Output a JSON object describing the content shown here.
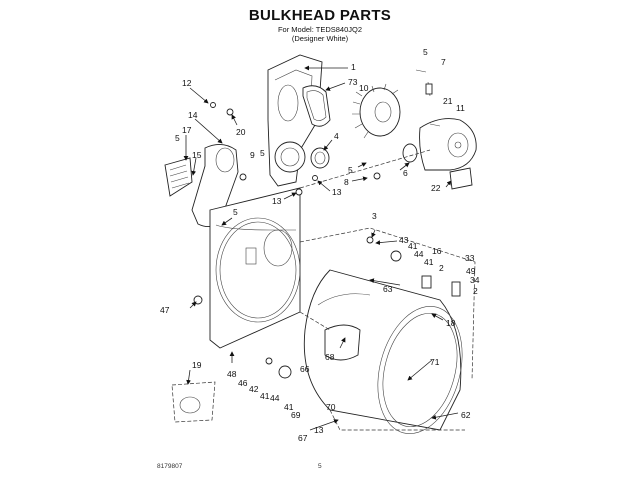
{
  "header": {
    "title": "BULKHEAD PARTS",
    "model_line": "For Model: TEDS840JQ2",
    "color_line": "(Designer White)"
  },
  "footer": {
    "doc_number": "8179807",
    "page_number": "5"
  },
  "callouts": {
    "c1": "1",
    "c73": "73",
    "c10": "10",
    "c5a": "5",
    "c7": "7",
    "c21": "21",
    "c11": "11",
    "c12": "12",
    "c20": "20",
    "c14": "14",
    "c17": "17",
    "c5b": "5",
    "c15": "15",
    "c9": "9",
    "c5c": "5",
    "c4": "4",
    "c5d": "5",
    "c8": "8",
    "c6": "6",
    "c22": "22",
    "c13a": "13",
    "c13b": "13",
    "c5e": "5",
    "c3": "3",
    "c43": "43",
    "c41a": "41",
    "c44a": "44",
    "c41b": "41",
    "c16": "16",
    "c2a": "2",
    "c33": "33",
    "c49": "49",
    "c34": "34",
    "c2b": "2",
    "c63": "63",
    "c18": "18",
    "c47": "47",
    "c68": "68",
    "c71": "71",
    "c19": "19",
    "c48": "48",
    "c46": "46",
    "c42": "42",
    "c41c": "41",
    "c44b": "44",
    "c41d": "41",
    "c66": "66",
    "c69": "69",
    "c70": "70",
    "c13c": "13",
    "c67": "67",
    "c62": "62"
  }
}
